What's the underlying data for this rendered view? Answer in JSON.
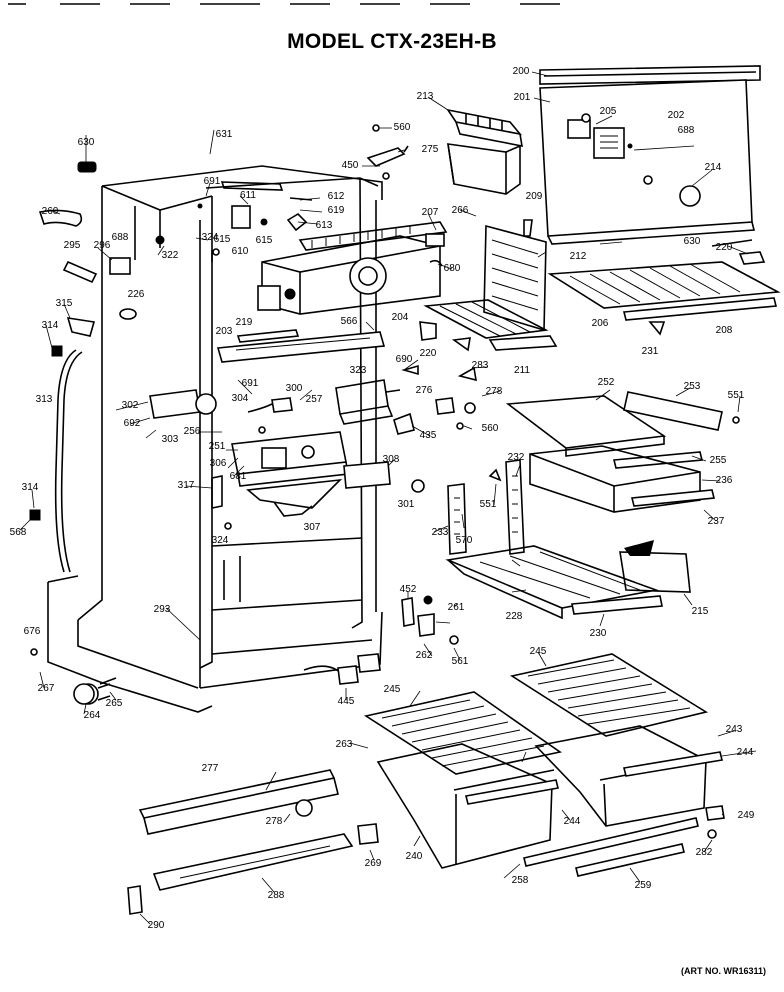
{
  "title": "MODEL CTX-23EH-B",
  "art_number": "(ART NO. WR16311)",
  "part_numbers": [
    "200",
    "201",
    "202",
    "203",
    "204",
    "205",
    "206",
    "207",
    "208",
    "209",
    "211",
    "212",
    "213",
    "214",
    "215",
    "219",
    "220",
    "220",
    "226",
    "228",
    "230",
    "231",
    "232",
    "233",
    "236",
    "237",
    "240",
    "243",
    "244",
    "244",
    "245",
    "245",
    "249",
    "251",
    "252",
    "253",
    "255",
    "256",
    "257",
    "258",
    "259",
    "260",
    "261",
    "262",
    "263",
    "264",
    "265",
    "266",
    "267",
    "269",
    "275",
    "276",
    "277",
    "278",
    "278",
    "282",
    "283",
    "288",
    "290",
    "293",
    "295",
    "296",
    "300",
    "301",
    "302",
    "303",
    "304",
    "306",
    "307",
    "308",
    "313",
    "314",
    "314",
    "315",
    "317",
    "322",
    "323",
    "324",
    "324",
    "435",
    "445",
    "450",
    "452",
    "551",
    "551",
    "560",
    "560",
    "561",
    "566",
    "568",
    "570",
    "610",
    "611",
    "612",
    "613",
    "615",
    "615",
    "619",
    "630",
    "630",
    "631",
    "676",
    "680",
    "681",
    "688",
    "688",
    "690",
    "691",
    "691",
    "692"
  ]
}
